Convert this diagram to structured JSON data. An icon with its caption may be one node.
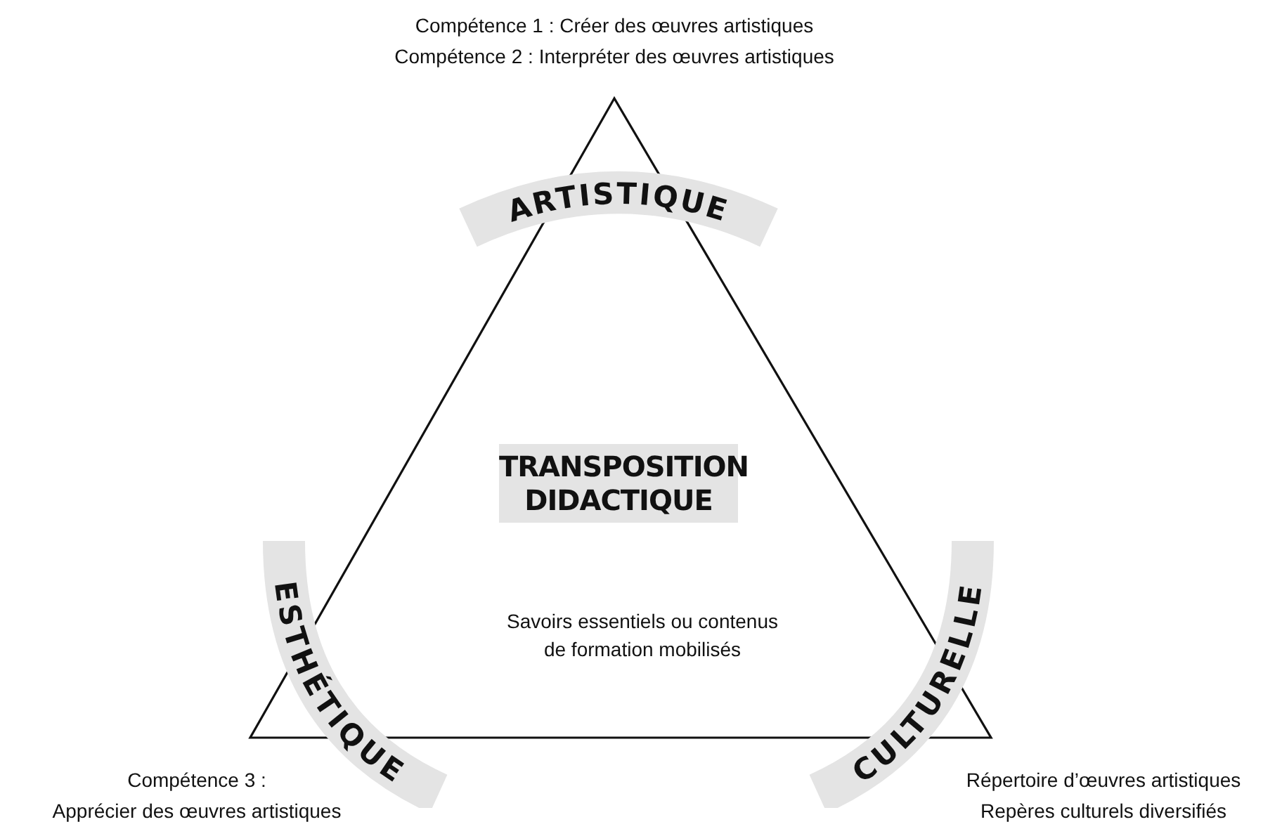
{
  "diagram": {
    "nodes": [
      {
        "text": [
          "ARTISTIQUE"
        ]
      },
      {
        "text": [
          "TRANSPOSITION DIDACTIQUE"
        ]
      },
      {
        "text": [
          "ESTHÉTIQUE"
        ]
      },
      {
        "text": [
          "CULTURELLE"
        ]
      }
    ],
    "labels": [
      "Compétence 1 : Créer des œuvres artistiques",
      "Compétence 2 : Interpréter des œuvres artistiques",
      "Savoirs essentiels ou contenus de formation mobilisés",
      "Compétence 3 :",
      "Apprécier des œuvres artistiques",
      "Répertoire d’œuvres artistiques",
      "Repères culturels diversifiés"
    ]
  }
}
